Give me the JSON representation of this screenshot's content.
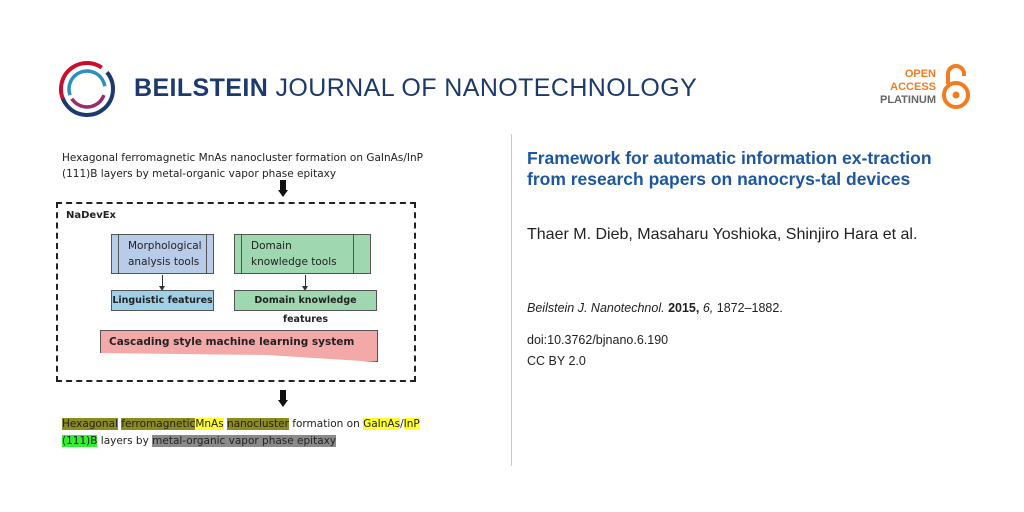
{
  "header": {
    "journal_bold": "BEILSTEIN",
    "journal_rest": "JOURNAL OF NANOTECHNOLOGY",
    "open_access": [
      "OPEN",
      "ACCESS",
      "PLATINUM"
    ]
  },
  "figure": {
    "caption_top": "Hexagonal ferromagnetic MnAs nanocluster formation on GaInAs/InP (111)B layers by metal-organic vapor phase epitaxy",
    "box_label": "NaDevEx",
    "tool_left": [
      "Morphological",
      "analysis tools"
    ],
    "tool_right": [
      "Domain",
      "knowledge tools"
    ],
    "feature_left": "Linguistic features",
    "feature_right": "Domain knowledge features",
    "ml_system": "Cascading style machine learning system",
    "caption_bottom": {
      "w1": "Hexagonal",
      "w2": "ferromagnetic",
      "w3": "MnAs",
      "w4": "nanocluster",
      "w5": "formation on",
      "w6": "GaInAs",
      "w7": "/",
      "w8": "InP",
      "w9": "(111)B",
      "w10": "layers by",
      "w11": "metal-organic vapor phase epitaxy"
    }
  },
  "article": {
    "title": "Framework for automatic information ex-traction from research papers on nanocrys-tal devices",
    "authors": "Thaer M. Dieb, Masaharu Yoshioka, Shinjiro Hara et al.",
    "journal_abbr": "Beilstein J. Nanotechnol.",
    "year": "2015,",
    "volume": "6,",
    "pages": "1872–1882.",
    "doi": "doi:10.3762/bjnano.6.190",
    "license": "CC BY 2.0"
  },
  "colors": {
    "brand_blue": "#1e3a6d",
    "title_blue": "#1e56a0",
    "oa_orange": "#f47c20"
  }
}
